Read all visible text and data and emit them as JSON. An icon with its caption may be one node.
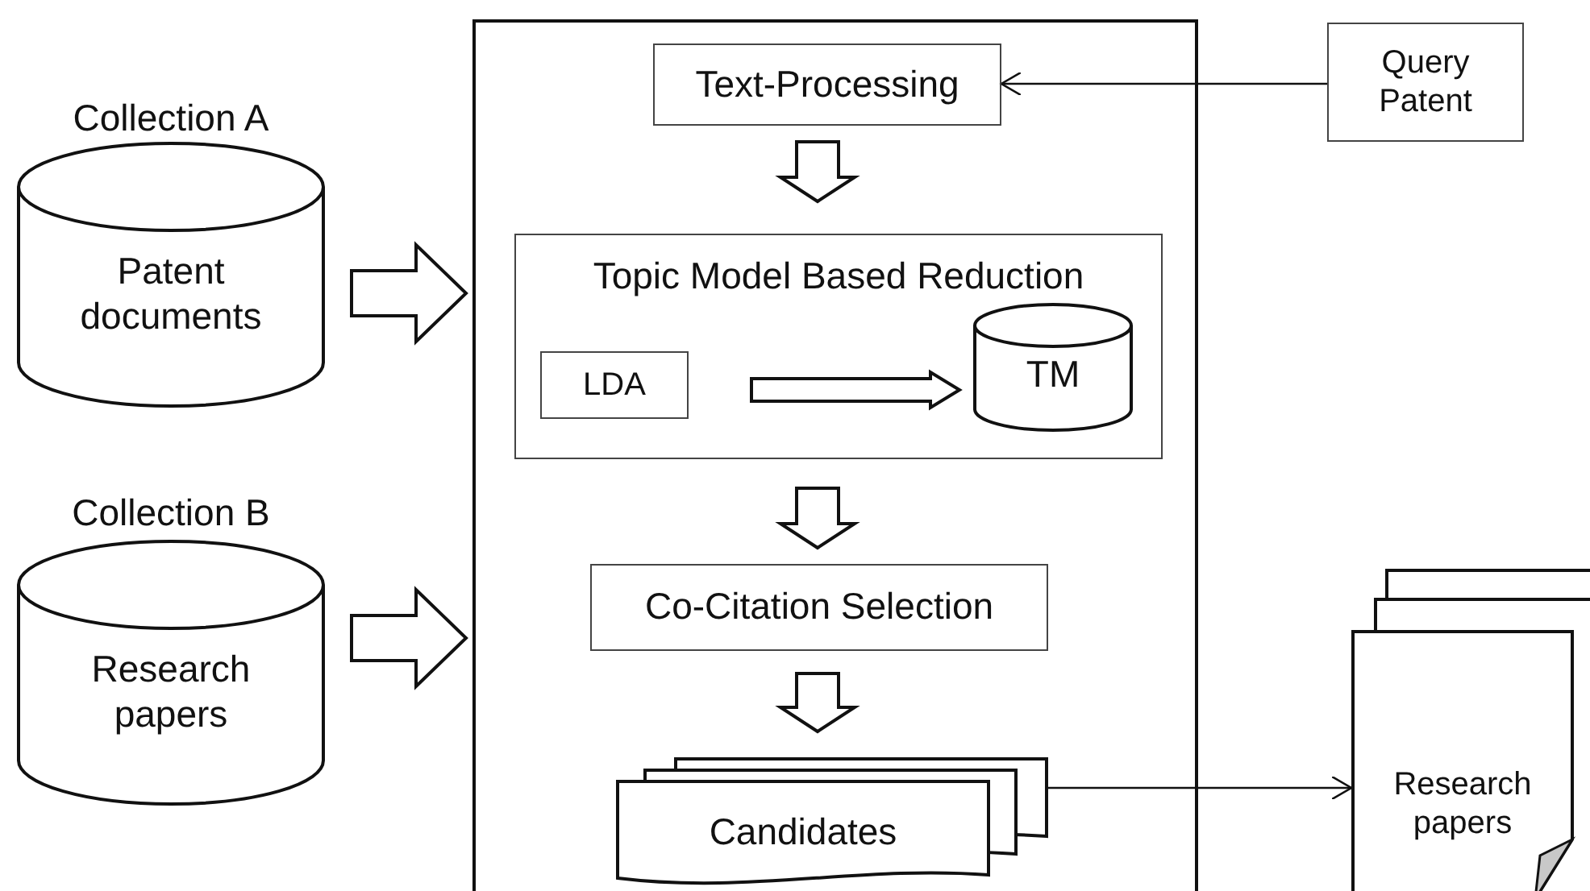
{
  "diagram": {
    "nodes": [
      {
        "text": [],
        "shape": "box"
      },
      {
        "text": [
          "Text-Processing"
        ],
        "in": 0
      },
      {
        "text": [
          "Topic Model Based Reduction"
        ],
        "in": 0
      },
      {
        "text": [
          "LDA"
        ],
        "in": 2
      },
      {
        "text": [
          "TM"
        ],
        "in": 2
      },
      {
        "text": [
          "Co-Citation Selection"
        ],
        "in": 0
      },
      {
        "text": [
          "Candidates"
        ],
        "in": 0
      },
      {
        "text": [
          "Query Patent"
        ]
      },
      {
        "text": [
          "Patent documents"
        ],
        "beside": [
          "Collection A"
        ]
      },
      {
        "text": [
          "Research papers"
        ],
        "beside": [
          "Collection B"
        ]
      },
      {
        "text": [
          "Research papers"
        ]
      }
    ],
    "edges": [
      {
        "from": 7,
        "to": 1,
        "arrow": "to"
      },
      {
        "from": 1,
        "to": 2,
        "arrow": "to",
        "style": "thick"
      },
      {
        "from": 3,
        "to": 4,
        "arrow": "to",
        "style": "thick"
      },
      {
        "from": 2,
        "to": 5,
        "arrow": "to",
        "style": "thick"
      },
      {
        "from": 5,
        "to": 6,
        "arrow": "to",
        "style": "thick"
      },
      {
        "from": 8,
        "to": 0,
        "arrow": "to",
        "style": "thick"
      },
      {
        "from": 9,
        "to": 0,
        "arrow": "to",
        "style": "thick"
      },
      {
        "from": 6,
        "to": 10,
        "arrow": "to"
      }
    ]
  }
}
